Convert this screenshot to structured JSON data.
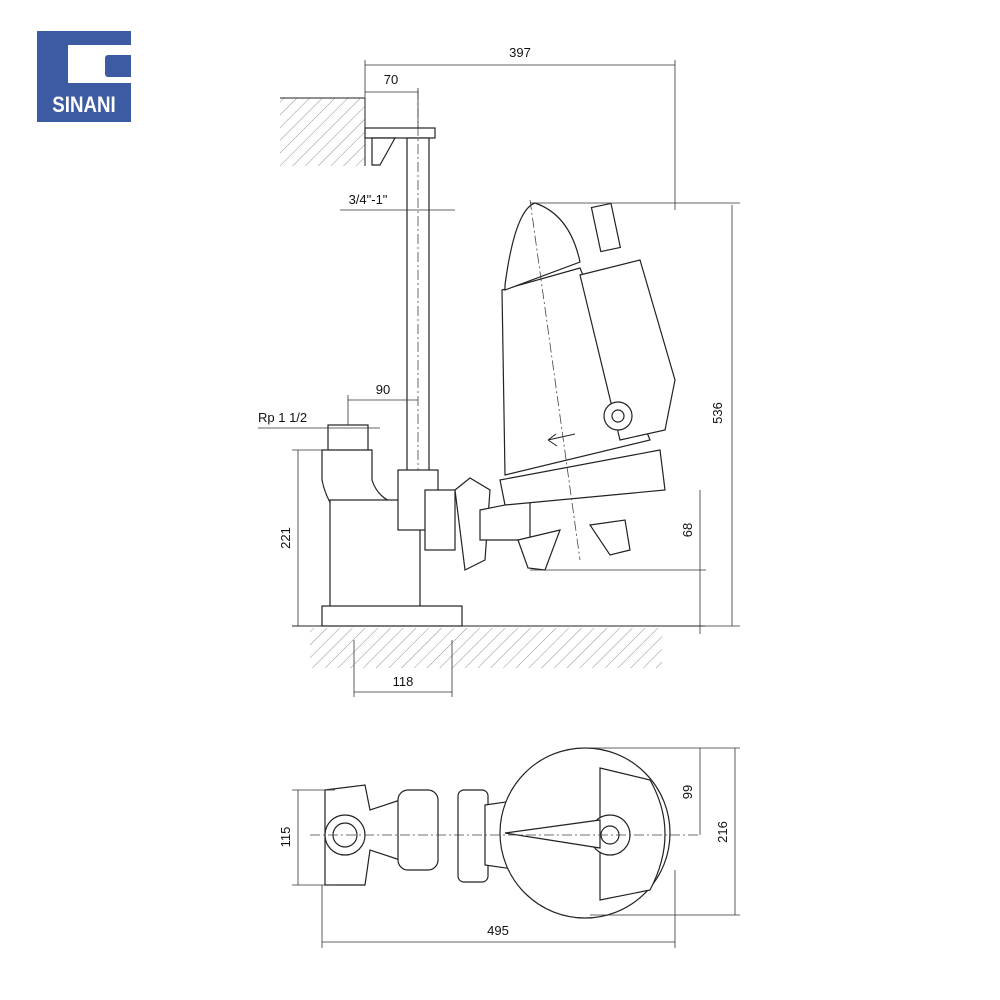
{
  "logo": {
    "text": "SINANI",
    "color": "#3d5ba3"
  },
  "dimensions": {
    "total_width_top": "397",
    "bracket_offset": "70",
    "guide_pipe": "3/4\"-1\"",
    "outlet_offset": "90",
    "outlet_thread": "Rp 1 1/2",
    "outlet_height": "221",
    "total_height": "536",
    "pump_base_height": "68",
    "base_width": "118",
    "plan_base_width": "115",
    "plan_half_width": "99",
    "plan_total_width": "216",
    "plan_total_length": "495"
  }
}
